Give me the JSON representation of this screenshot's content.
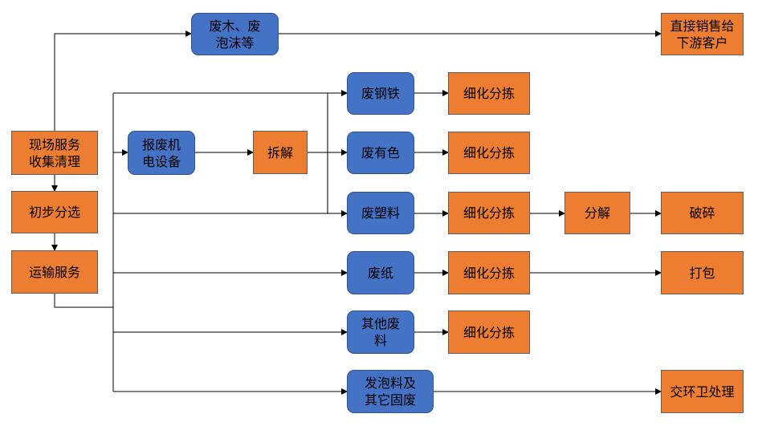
{
  "nodes": {
    "wood_foam": "废木、废\n泡沫等",
    "direct_sale": "直接销售给\n下游客户",
    "onsite_service": "现场服务\n收集清理",
    "prelim_sort": "初步分选",
    "transport": "运输服务",
    "scrap_equipment": "报废机\n电设备",
    "dismantle": "拆解",
    "scrap_steel": "废钢铁",
    "scrap_nonferrous": "废有色",
    "scrap_plastic": "废塑料",
    "scrap_paper": "废纸",
    "other_scrap": "其他废\n料",
    "foam_solid": "发泡料及\n其它固废",
    "fine_sort_1": "细化分拣",
    "fine_sort_2": "细化分拣",
    "fine_sort_3": "细化分拣",
    "fine_sort_4": "细化分拣",
    "fine_sort_5": "细化分拣",
    "decompose": "分解",
    "crush": "破碎",
    "pack": "打包",
    "sanitation": "交环卫处理"
  },
  "colors": {
    "process": "#ED7D31",
    "material": "#4472C4",
    "line": "#000000"
  }
}
